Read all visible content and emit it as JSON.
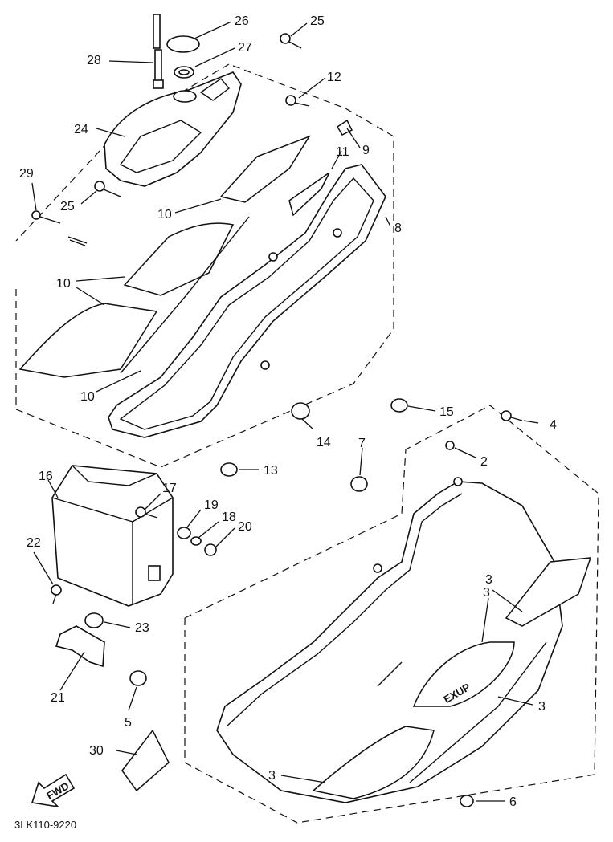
{
  "callouts": {
    "c26": "26",
    "c25a": "25",
    "c27": "27",
    "c28": "28",
    "c12": "12",
    "c24": "24",
    "c9": "9",
    "c11": "11",
    "c29": "29",
    "c25b": "25",
    "c10a": "10",
    "c8": "8",
    "c10b": "10",
    "c10c": "10",
    "c15": "15",
    "c4": "4",
    "c14": "14",
    "c7": "7",
    "c2": "2",
    "c16": "16",
    "c13": "13",
    "c17": "17",
    "c19": "19",
    "c18": "18",
    "c20": "20",
    "c22": "22",
    "c3a": "3",
    "c23": "23",
    "c3b": "3",
    "c21": "21",
    "c5": "5",
    "c30": "30",
    "c3c": "3",
    "c6": "6"
  },
  "emblem_text": "EXUP",
  "fwd_text": "FWD",
  "diagram_code": "3LK110-9220",
  "line_color": "#111111",
  "background_color": "#ffffff"
}
